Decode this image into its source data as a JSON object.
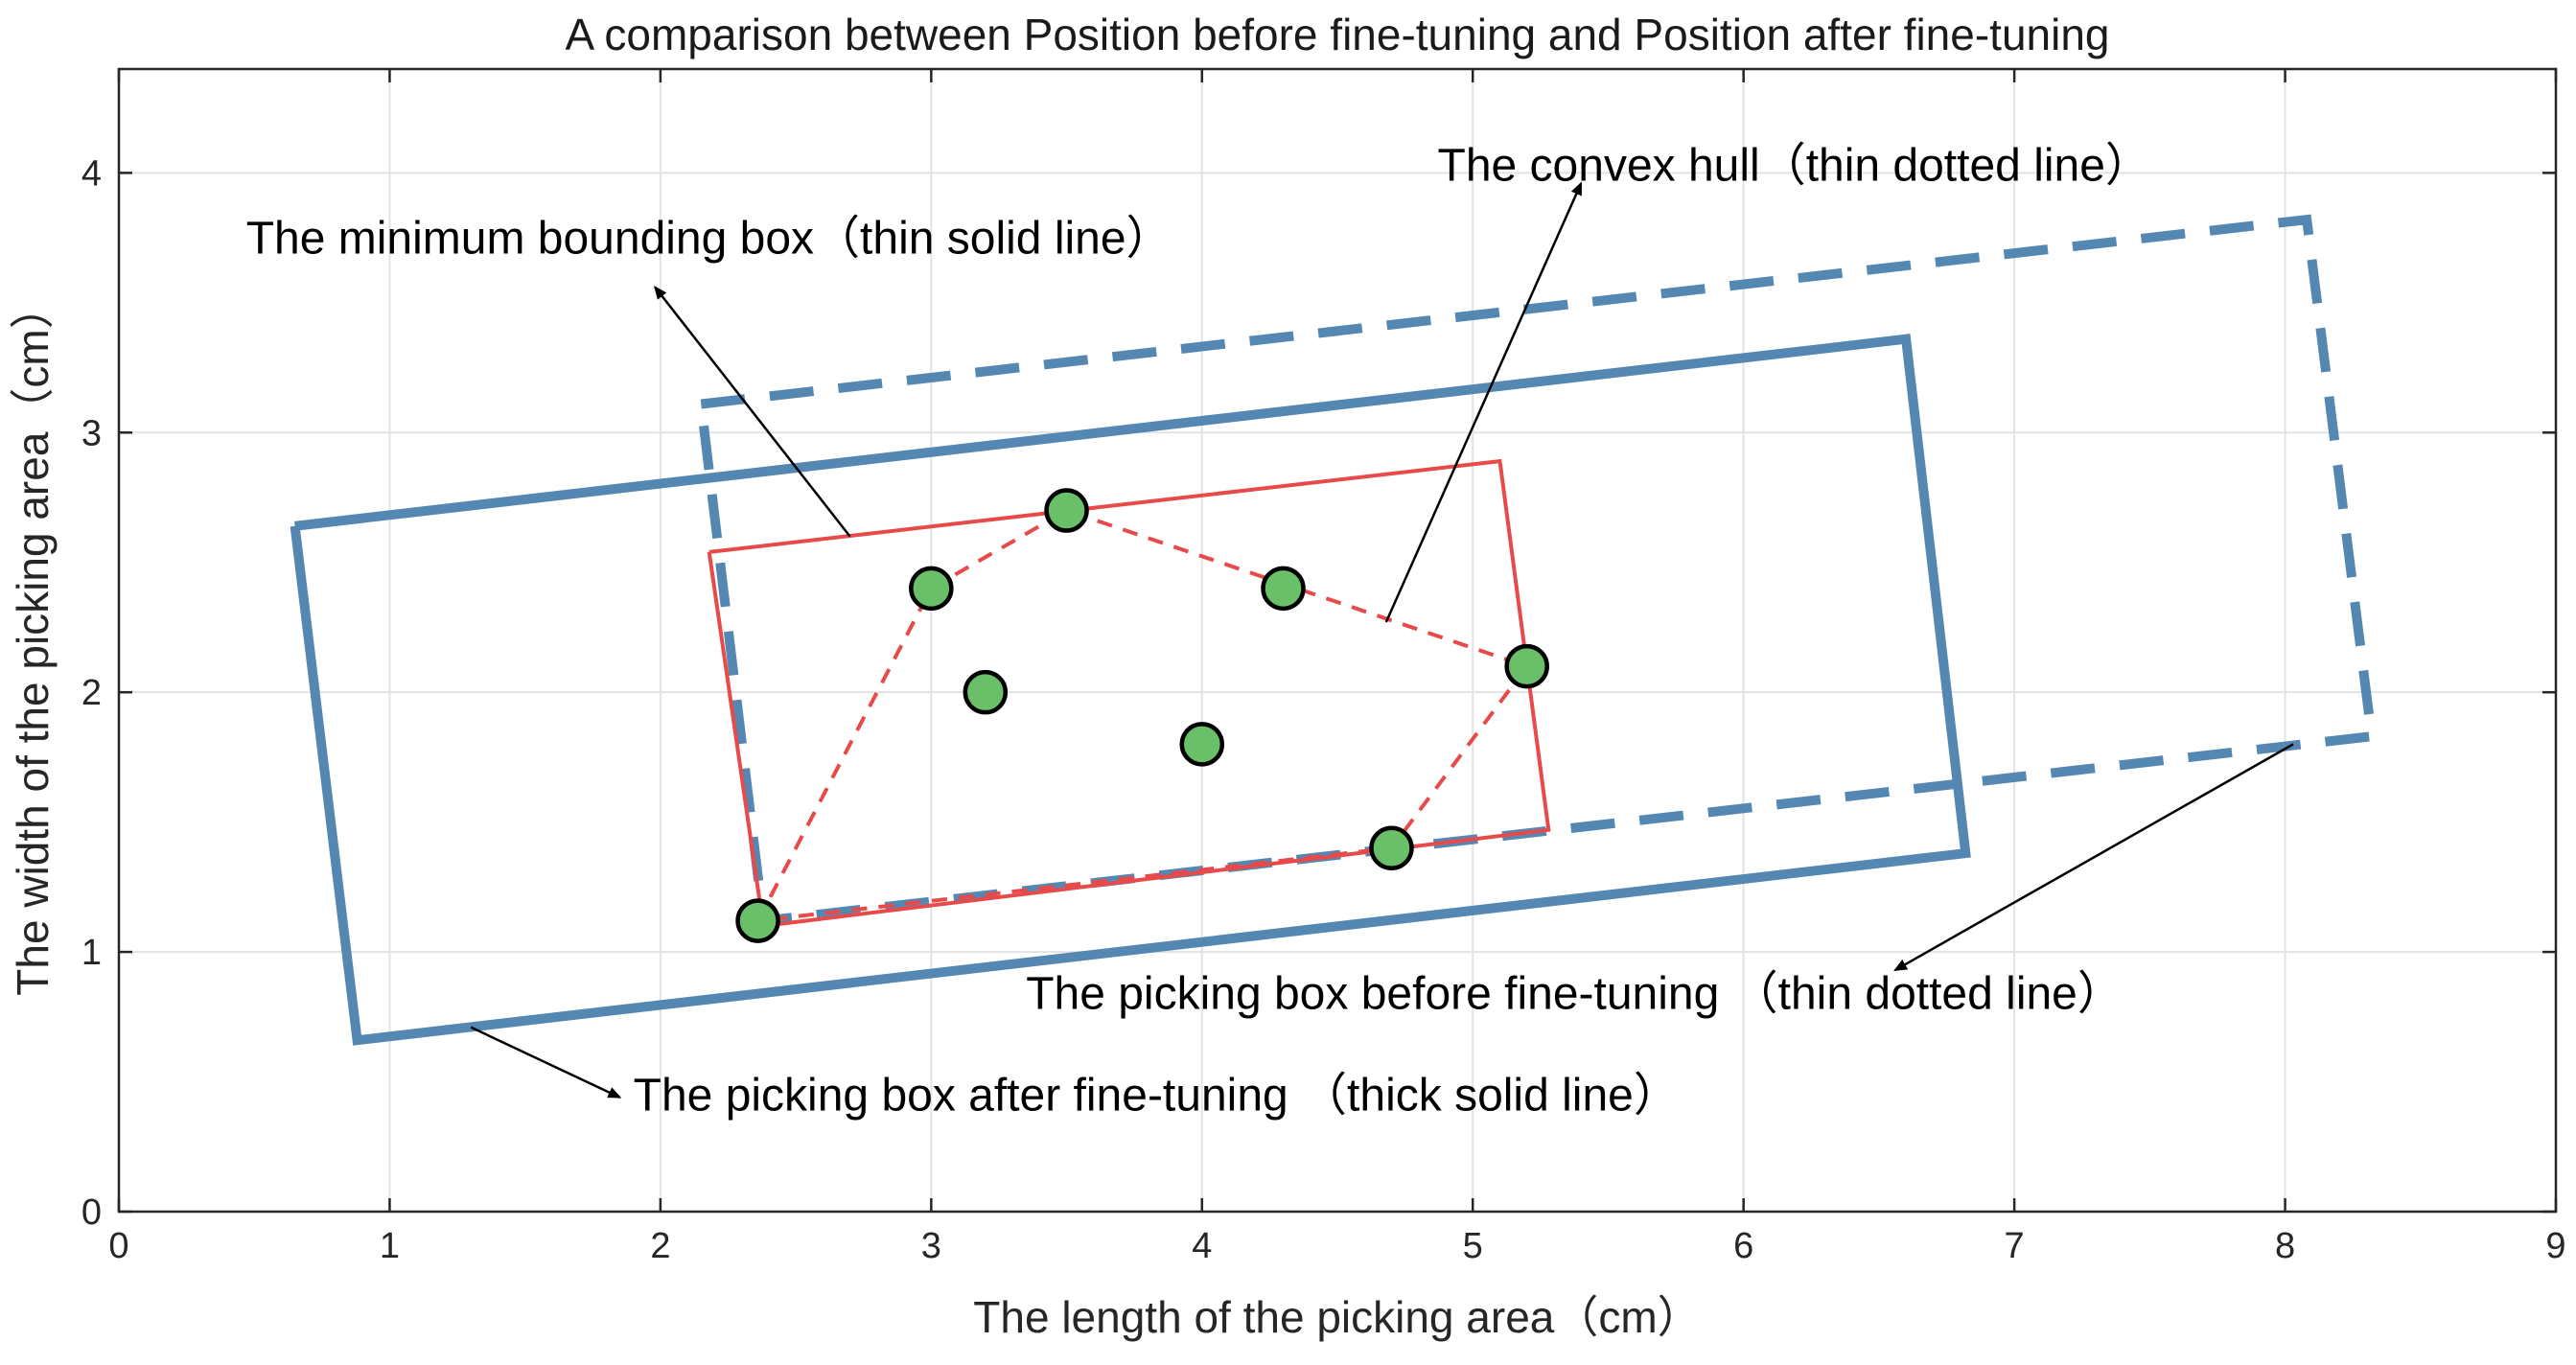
{
  "chart_data": {
    "type": "scatter",
    "title": "A comparison between Position before fine-tuning and Position after fine-tuning",
    "xlabel": "The length of the picking area（cm）",
    "ylabel": "The width of the picking area（cm）",
    "xlim": [
      0,
      9
    ],
    "ylim": [
      0,
      4.4
    ],
    "xticks": [
      0,
      1,
      2,
      3,
      4,
      5,
      6,
      7,
      8,
      9
    ],
    "yticks": [
      0,
      1,
      2,
      3,
      4
    ],
    "grid": true,
    "colors": {
      "blue": "#5587b3",
      "red": "#e84a4a",
      "point_fill": "#6abf69",
      "point_edge": "#000000",
      "arrow": "#000000"
    },
    "points": [
      {
        "x": 2.36,
        "y": 1.12
      },
      {
        "x": 3.0,
        "y": 2.4
      },
      {
        "x": 3.2,
        "y": 2.0
      },
      {
        "x": 3.5,
        "y": 2.7
      },
      {
        "x": 4.0,
        "y": 1.8
      },
      {
        "x": 4.3,
        "y": 2.4
      },
      {
        "x": 4.7,
        "y": 1.4
      },
      {
        "x": 5.2,
        "y": 2.1
      }
    ],
    "shapes": [
      {
        "style": "thin-solid",
        "color": "red",
        "points": [
          [
            2.18,
            2.54
          ],
          [
            5.1,
            2.89
          ],
          [
            5.28,
            1.47
          ],
          [
            2.38,
            1.1
          ],
          [
            2.18,
            2.54
          ]
        ]
      },
      {
        "style": "thin-dotted",
        "color": "red",
        "points": [
          [
            2.36,
            1.12
          ],
          [
            3.0,
            2.4
          ],
          [
            3.5,
            2.7
          ],
          [
            5.2,
            2.1
          ],
          [
            4.7,
            1.4
          ],
          [
            2.36,
            1.12
          ]
        ]
      },
      {
        "style": "thick-solid",
        "color": "blue",
        "points": [
          [
            0.65,
            2.64
          ],
          [
            6.6,
            3.36
          ],
          [
            6.82,
            1.38
          ],
          [
            0.88,
            0.66
          ],
          [
            0.65,
            2.64
          ]
        ]
      },
      {
        "style": "thick-dashed",
        "color": "blue",
        "points": [
          [
            2.15,
            3.11
          ],
          [
            8.08,
            3.82
          ],
          [
            8.32,
            1.83
          ],
          [
            2.38,
            1.12
          ],
          [
            2.15,
            3.11
          ]
        ]
      }
    ],
    "annotations": [
      {
        "text": "The minimum bounding box（thin solid line）",
        "anchor": "start",
        "text_x": 0.47,
        "text_y": 3.69,
        "arrow_from": [
          2.7,
          2.6
        ],
        "arrow_to": [
          1.98,
          3.56
        ]
      },
      {
        "text": "The convex hull（thin dotted line）",
        "anchor": "start",
        "text_x": 4.87,
        "text_y": 3.97,
        "arrow_from": [
          4.68,
          2.27
        ],
        "arrow_to": [
          5.4,
          3.96
        ]
      },
      {
        "text": "The picking box before fine-tuning （thin dotted line）",
        "anchor": "start",
        "text_x": 3.35,
        "text_y": 0.78,
        "arrow_from": [
          8.03,
          1.8
        ],
        "arrow_to": [
          6.56,
          0.93
        ]
      },
      {
        "text": "The picking box after fine-tuning （thick solid line）",
        "anchor": "start",
        "text_x": 1.9,
        "text_y": 0.39,
        "arrow_from": [
          1.3,
          0.71
        ],
        "arrow_to": [
          1.85,
          0.44
        ]
      }
    ]
  }
}
